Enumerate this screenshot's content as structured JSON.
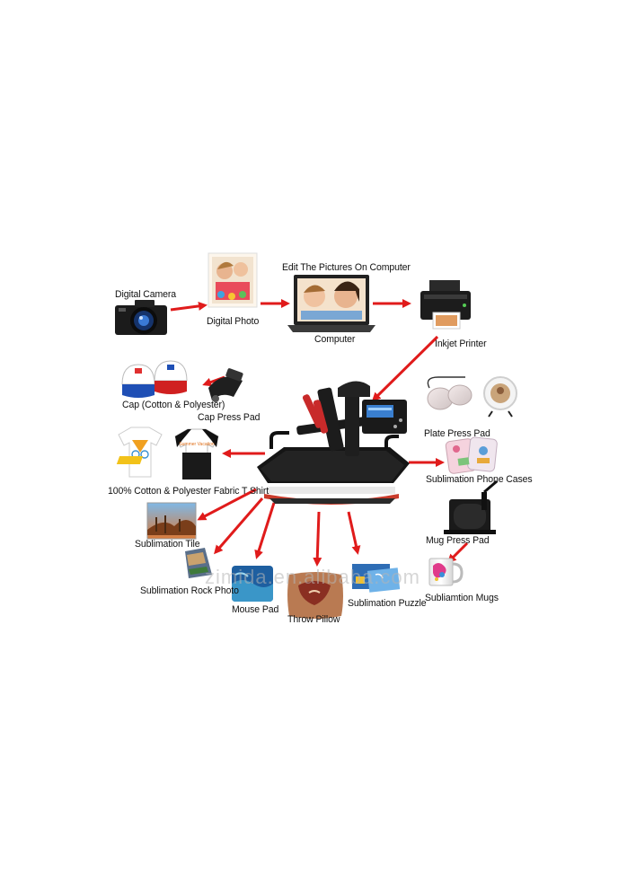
{
  "labels": {
    "digital_camera": "Digital Camera",
    "digital_photo": "Digital Photo",
    "edit_pictures": "Edit The Pictures On Computer",
    "computer": "Computer",
    "inkjet_printer": "Inkjet Printer",
    "cap": "Cap (Cotton & Polyester)",
    "cap_press_pad": "Cap Press Pad",
    "t_shirt": "100% Cotton & Polyester Fabric T Shirt",
    "sublimation_tile": "Sublimation Tile",
    "rock_photo": "Sublimation Rock Photo",
    "mouse_pad": "Mouse Pad",
    "throw_pillow": "Throw Pillow",
    "puzzle": "Sublimation Puzzle",
    "plate_press_pad": "Plate Press Pad",
    "phone_cases": "Sublimation Phone Cases",
    "mug_press_pad": "Mug Press Pad",
    "mugs": "Subliamtion Mugs"
  },
  "watermark": "zimida.en.alibaba.com",
  "tshirt_print": "Summer Vacation",
  "colors": {
    "arrow": "#e01b1b",
    "press_body": "#1a1a1a",
    "press_accent": "#d9322b"
  }
}
